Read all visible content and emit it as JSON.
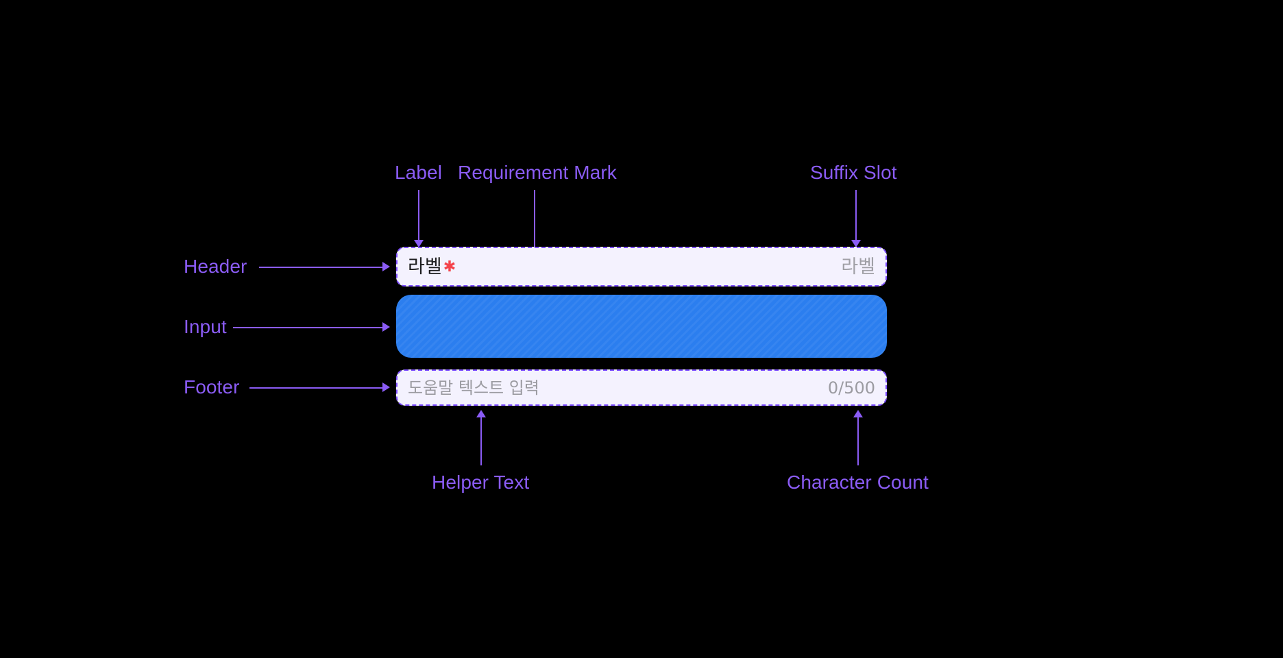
{
  "canvas": {
    "background": "#000000",
    "accent": "#8b5cf6",
    "dash_color": "#7c4dff",
    "slab_pale": "#f4f2fe",
    "input_blue": "#2b7eef",
    "required_red": "#f4434b",
    "muted_gray": "#9b9ba1",
    "label_dark": "#1c1c1e"
  },
  "component": {
    "header": {
      "label": "라벨",
      "requirement_mark": "✱",
      "suffix_slot": "라벨"
    },
    "input": {
      "value": "",
      "placeholder": ""
    },
    "footer": {
      "helper_text": "도움말 텍스트 입력",
      "character_count": "0/500"
    }
  },
  "annotations": {
    "label": "Label",
    "requirement_mark": "Requirement Mark",
    "suffix_slot": "Suffix Slot",
    "header": "Header",
    "input": "Input",
    "footer": "Footer",
    "helper_text": "Helper Text",
    "character_count": "Character Count"
  }
}
